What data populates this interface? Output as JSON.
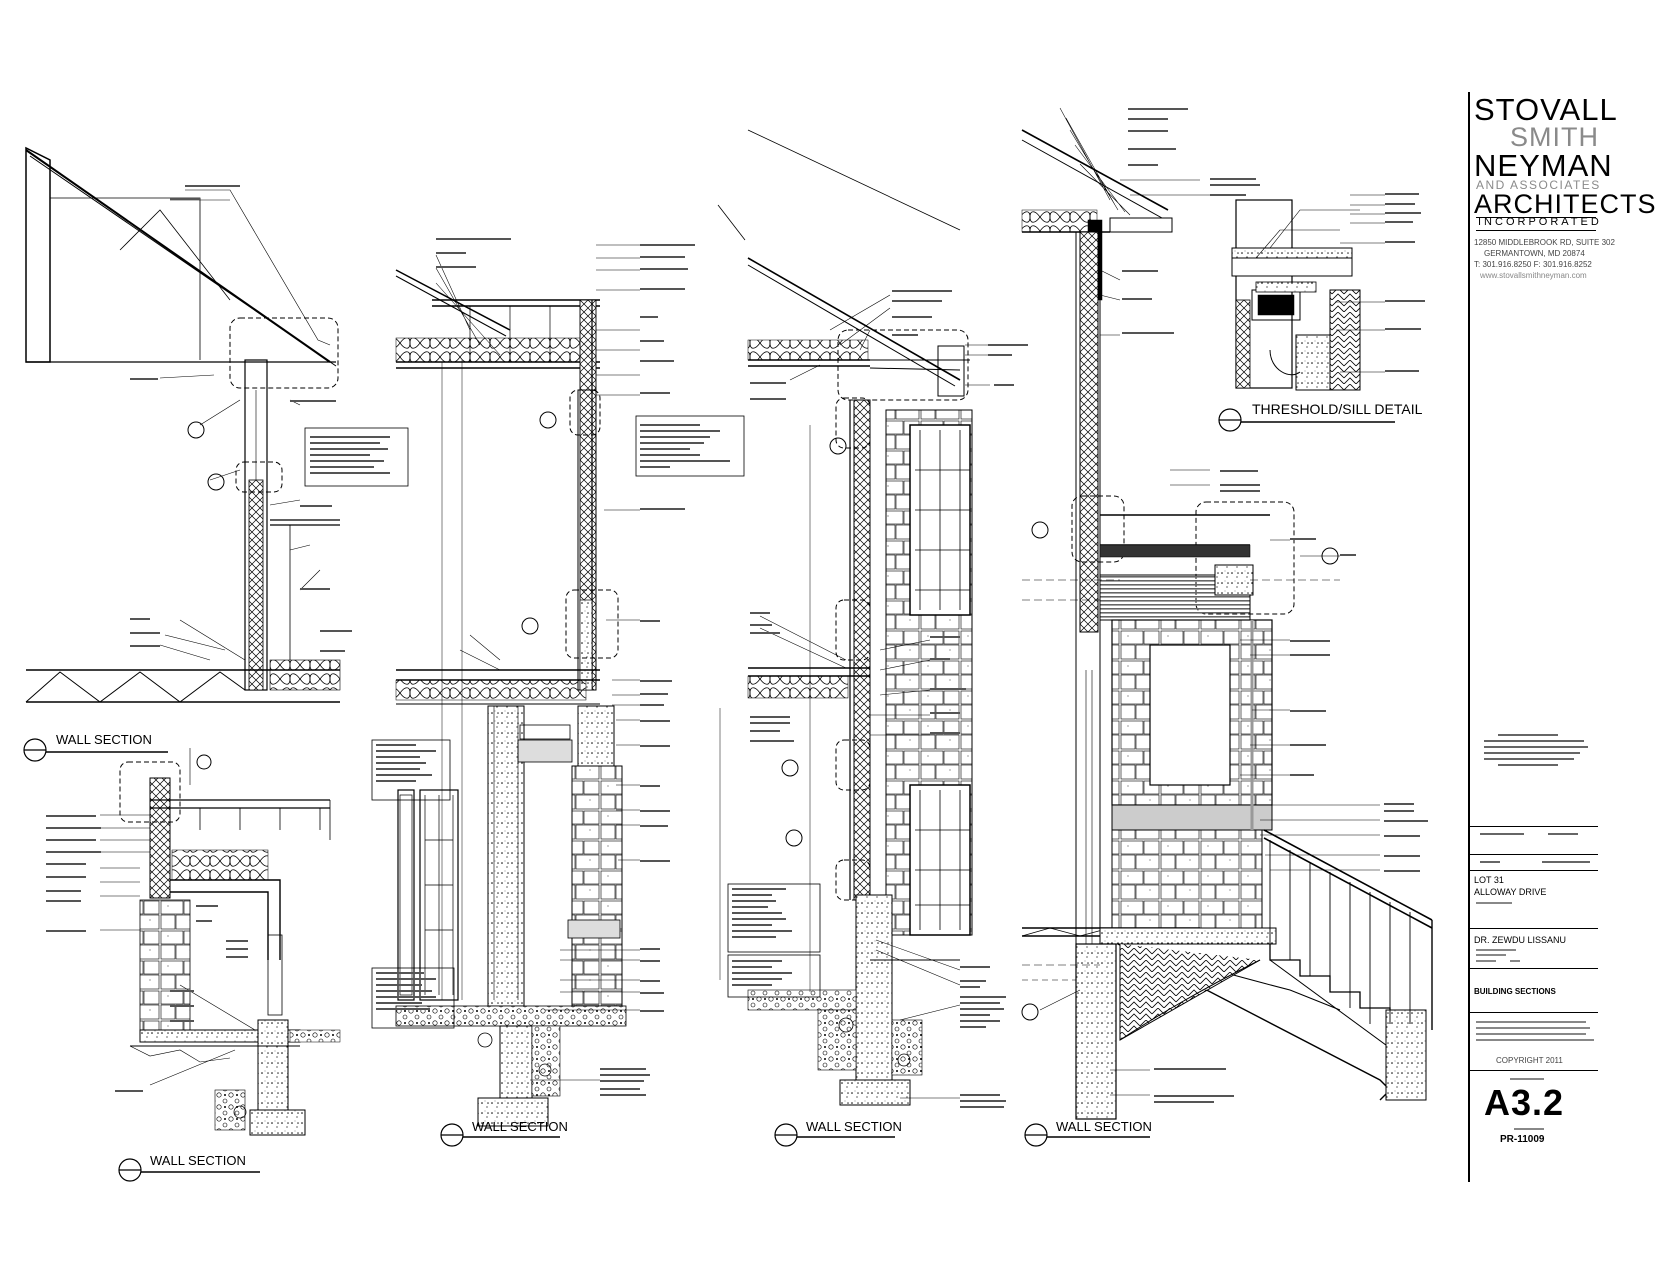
{
  "titlebox": {
    "firm": {
      "line1": "STOVALL",
      "line2": "SMITH",
      "line3": "NEYMAN",
      "line4": "AND ASSOCIATES",
      "line5": "ARCHITECTS",
      "line6": "INCORPORATED"
    },
    "address": {
      "street": "12850 MIDDLEBROOK RD, SUITE 302",
      "city": "GERMANTOWN, MD 20874",
      "phone": "T: 301.916.8250  F: 301.916.8252",
      "web": "www.stovallsmithneyman.com"
    },
    "project": {
      "lot": "LOT 31",
      "street": "ALLOWAY DRIVE"
    },
    "client": "DR. ZEWDU LISSANU",
    "drawing_title": "BUILDING SECTIONS",
    "copyright": "COPYRIGHT 2011",
    "sheet_number": "A3.2",
    "job_number": "PR-11009"
  },
  "drawings": {
    "titles": [
      {
        "label": "WALL SECTION"
      },
      {
        "label": "WALL SECTION"
      },
      {
        "label": "WALL SECTION"
      },
      {
        "label": "WALL SECTION"
      },
      {
        "label": "WALL SECTION"
      },
      {
        "label": "THRESHOLD/SILL DETAIL"
      }
    ]
  },
  "colors": {
    "ink": "#000000",
    "accent_gray": "#8a8a8a"
  }
}
